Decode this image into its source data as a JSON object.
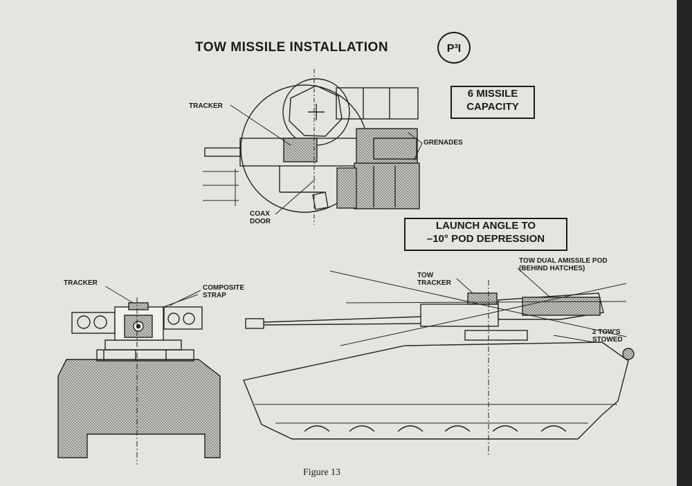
{
  "title": "TOW MISSILE INSTALLATION",
  "badge": "P³I",
  "boxes": {
    "capacity": "6 MISSILE\nCAPACITY",
    "launch": "LAUNCH ANGLE TO\n–10° POD DEPRESSION"
  },
  "labels": {
    "tracker_top": "TRACKER",
    "grenades": "GRENADES",
    "coax_door": "COAX\nDOOR",
    "tracker_front": "TRACKER",
    "composite_strap": "COMPOSITE\nSTRAP",
    "tow_tracker": "TOW\nTRACKER",
    "tow_pod": "TOW DUAL AMISSILE POD\n(BEHIND HATCHES)",
    "tows_stowed": "2 TOW'S\nSTOWED"
  },
  "caption": "Figure 13"
}
